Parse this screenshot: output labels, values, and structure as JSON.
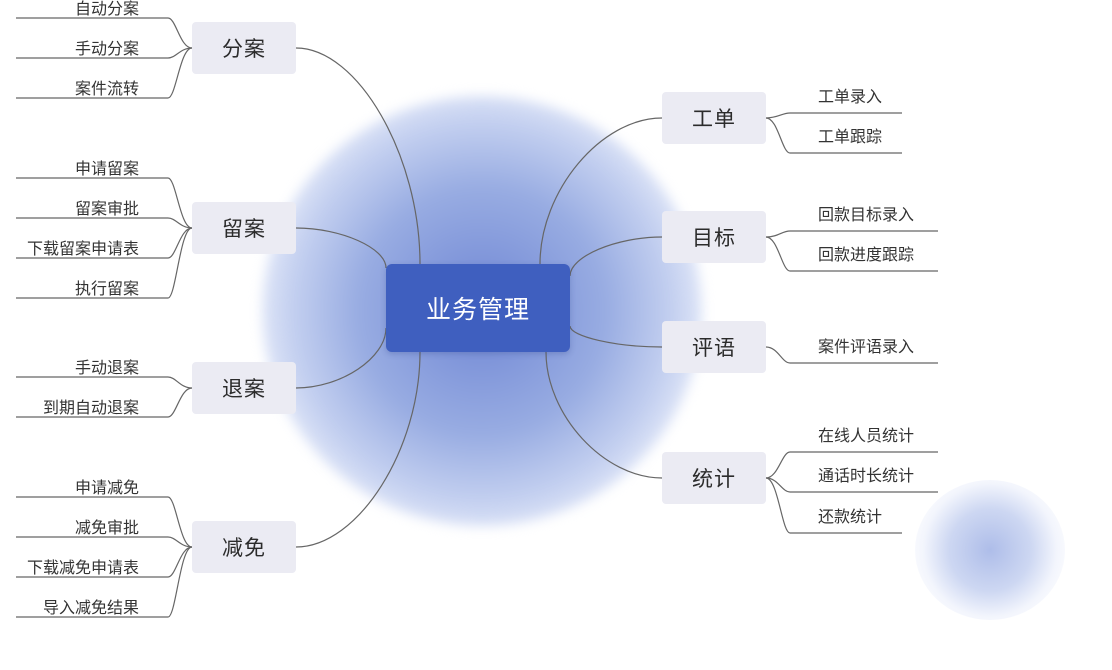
{
  "center": {
    "label": "业务管理"
  },
  "left_branches": [
    {
      "label": "分案",
      "children": [
        "自动分案",
        "手动分案",
        "案件流转"
      ]
    },
    {
      "label": "留案",
      "children": [
        "申请留案",
        "留案审批",
        "下载留案申请表",
        "执行留案"
      ]
    },
    {
      "label": "退案",
      "children": [
        "手动退案",
        "到期自动退案"
      ]
    },
    {
      "label": "减免",
      "children": [
        "申请减免",
        "减免审批",
        "下载减免申请表",
        "导入减免结果"
      ]
    }
  ],
  "right_branches": [
    {
      "label": "工单",
      "children": [
        "工单录入",
        "工单跟踪"
      ]
    },
    {
      "label": "目标",
      "children": [
        "回款目标录入",
        "回款进度跟踪"
      ]
    },
    {
      "label": "评语",
      "children": [
        "案件评语录入"
      ]
    },
    {
      "label": "统计",
      "children": [
        "在线人员统计",
        "通话时长统计",
        "还款统计"
      ]
    }
  ],
  "colors": {
    "center_fill": "#3f5fbf",
    "branch_fill": "#ebebf3",
    "connector": "#666666",
    "glow": "#6f86d4"
  }
}
